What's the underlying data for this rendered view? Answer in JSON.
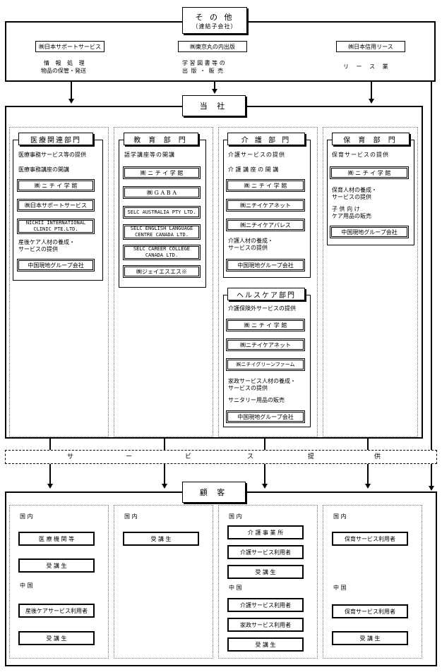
{
  "other": {
    "title": "そ の 他",
    "subtitle": "（連結子会社）",
    "companies": [
      {
        "name": "㈱日本サポートサービス",
        "desc1": "情 報 処 理",
        "desc2": "物品の保管・発送"
      },
      {
        "name": "㈱東京丸の内出版",
        "desc1": "学 習 図 書 等 の",
        "desc2": "出 版 ・ 販 売"
      },
      {
        "name": "㈱日本信用リース",
        "desc1": "リ ー ス 業",
        "desc2": ""
      }
    ]
  },
  "company": {
    "title": "当 社"
  },
  "departments": {
    "medical": {
      "title": "医療関連部門",
      "items": [
        "医療事務サービス等の提供",
        "医療事務講座の開講",
        "㈱ ニ チ イ 学 館",
        "㈱日本サポートサービス",
        "NICHII INTERNATIONAL\nCLINIC PTE.LTD.",
        "産後ケア人材の養成・\nサービスの提供",
        "中国現地グループ会社"
      ]
    },
    "education": {
      "title": "教 育 部 門",
      "items": [
        "語学講座等の開講",
        "㈱ ニ チ イ 学 館",
        "㈱ G A B A",
        "SELC AUSTRALIA PTY LTD.",
        "SELC ENGLISH LANGUAGE\nCENTRE CANADA LTD.",
        "SELC CAREER COLLEGE\nCANADA LTD.",
        "㈱ジェイエスエス※"
      ]
    },
    "care": {
      "title": "介 護 部 門",
      "items": [
        "介護サービスの提供",
        "介 護 講 座 の 開 講",
        "㈱ ニ チ イ 学 館",
        "㈱ニチイケアネット",
        "㈱ニチイケアパレス",
        "介護人材の養成・\nサービスの提供",
        "中国現地グループ会社"
      ]
    },
    "healthcare": {
      "title": "ヘルスケア部門",
      "items": [
        "介護保険外サービスの提供",
        "㈱ ニ チ イ 学 館",
        "㈱ニチイケアネット",
        "㈱ニチイグリーンファーム",
        "家政サービス人材の養成・\nサービスの提供",
        "サニタリー用品の販売",
        "中国現地グループ会社"
      ]
    },
    "childcare": {
      "title": "保 育 部 門",
      "items": [
        "保育サービスの提供",
        "㈱ ニ チ イ 学 館",
        "保育人材の養成・\nサービスの提供",
        "子 供 向 け\nケア用品の販売",
        "中国現地グループ会社"
      ]
    }
  },
  "service": {
    "label": "サ ー ビ ス 提 供",
    "chars": [
      "サ",
      "ー",
      "ビ",
      "ス",
      "提",
      "供"
    ]
  },
  "customers": {
    "title": "顧 客",
    "col1": {
      "domestic": "国 内",
      "d_items": [
        "医 療 機 関 等",
        "受 講 生"
      ],
      "china": "中 国",
      "c_items": [
        "産後ケアサービス利用者",
        "受 講 生"
      ]
    },
    "col2": {
      "domestic": "国 内",
      "d_items": [
        "受 講 生"
      ]
    },
    "col3": {
      "domestic": "国 内",
      "d_items": [
        "介 護 事 業 所",
        "介護サービス利用者",
        "受 講 生"
      ],
      "china": "中 国",
      "c_items": [
        "介護サービス利用者",
        "家政サービス利用者",
        "受 講 生"
      ]
    },
    "col4": {
      "domestic": "国 内",
      "d_items": [
        "保育サービス利用者"
      ],
      "china": "中 国",
      "c_items": [
        "保育サービス利用者",
        "受 講 生"
      ]
    }
  }
}
